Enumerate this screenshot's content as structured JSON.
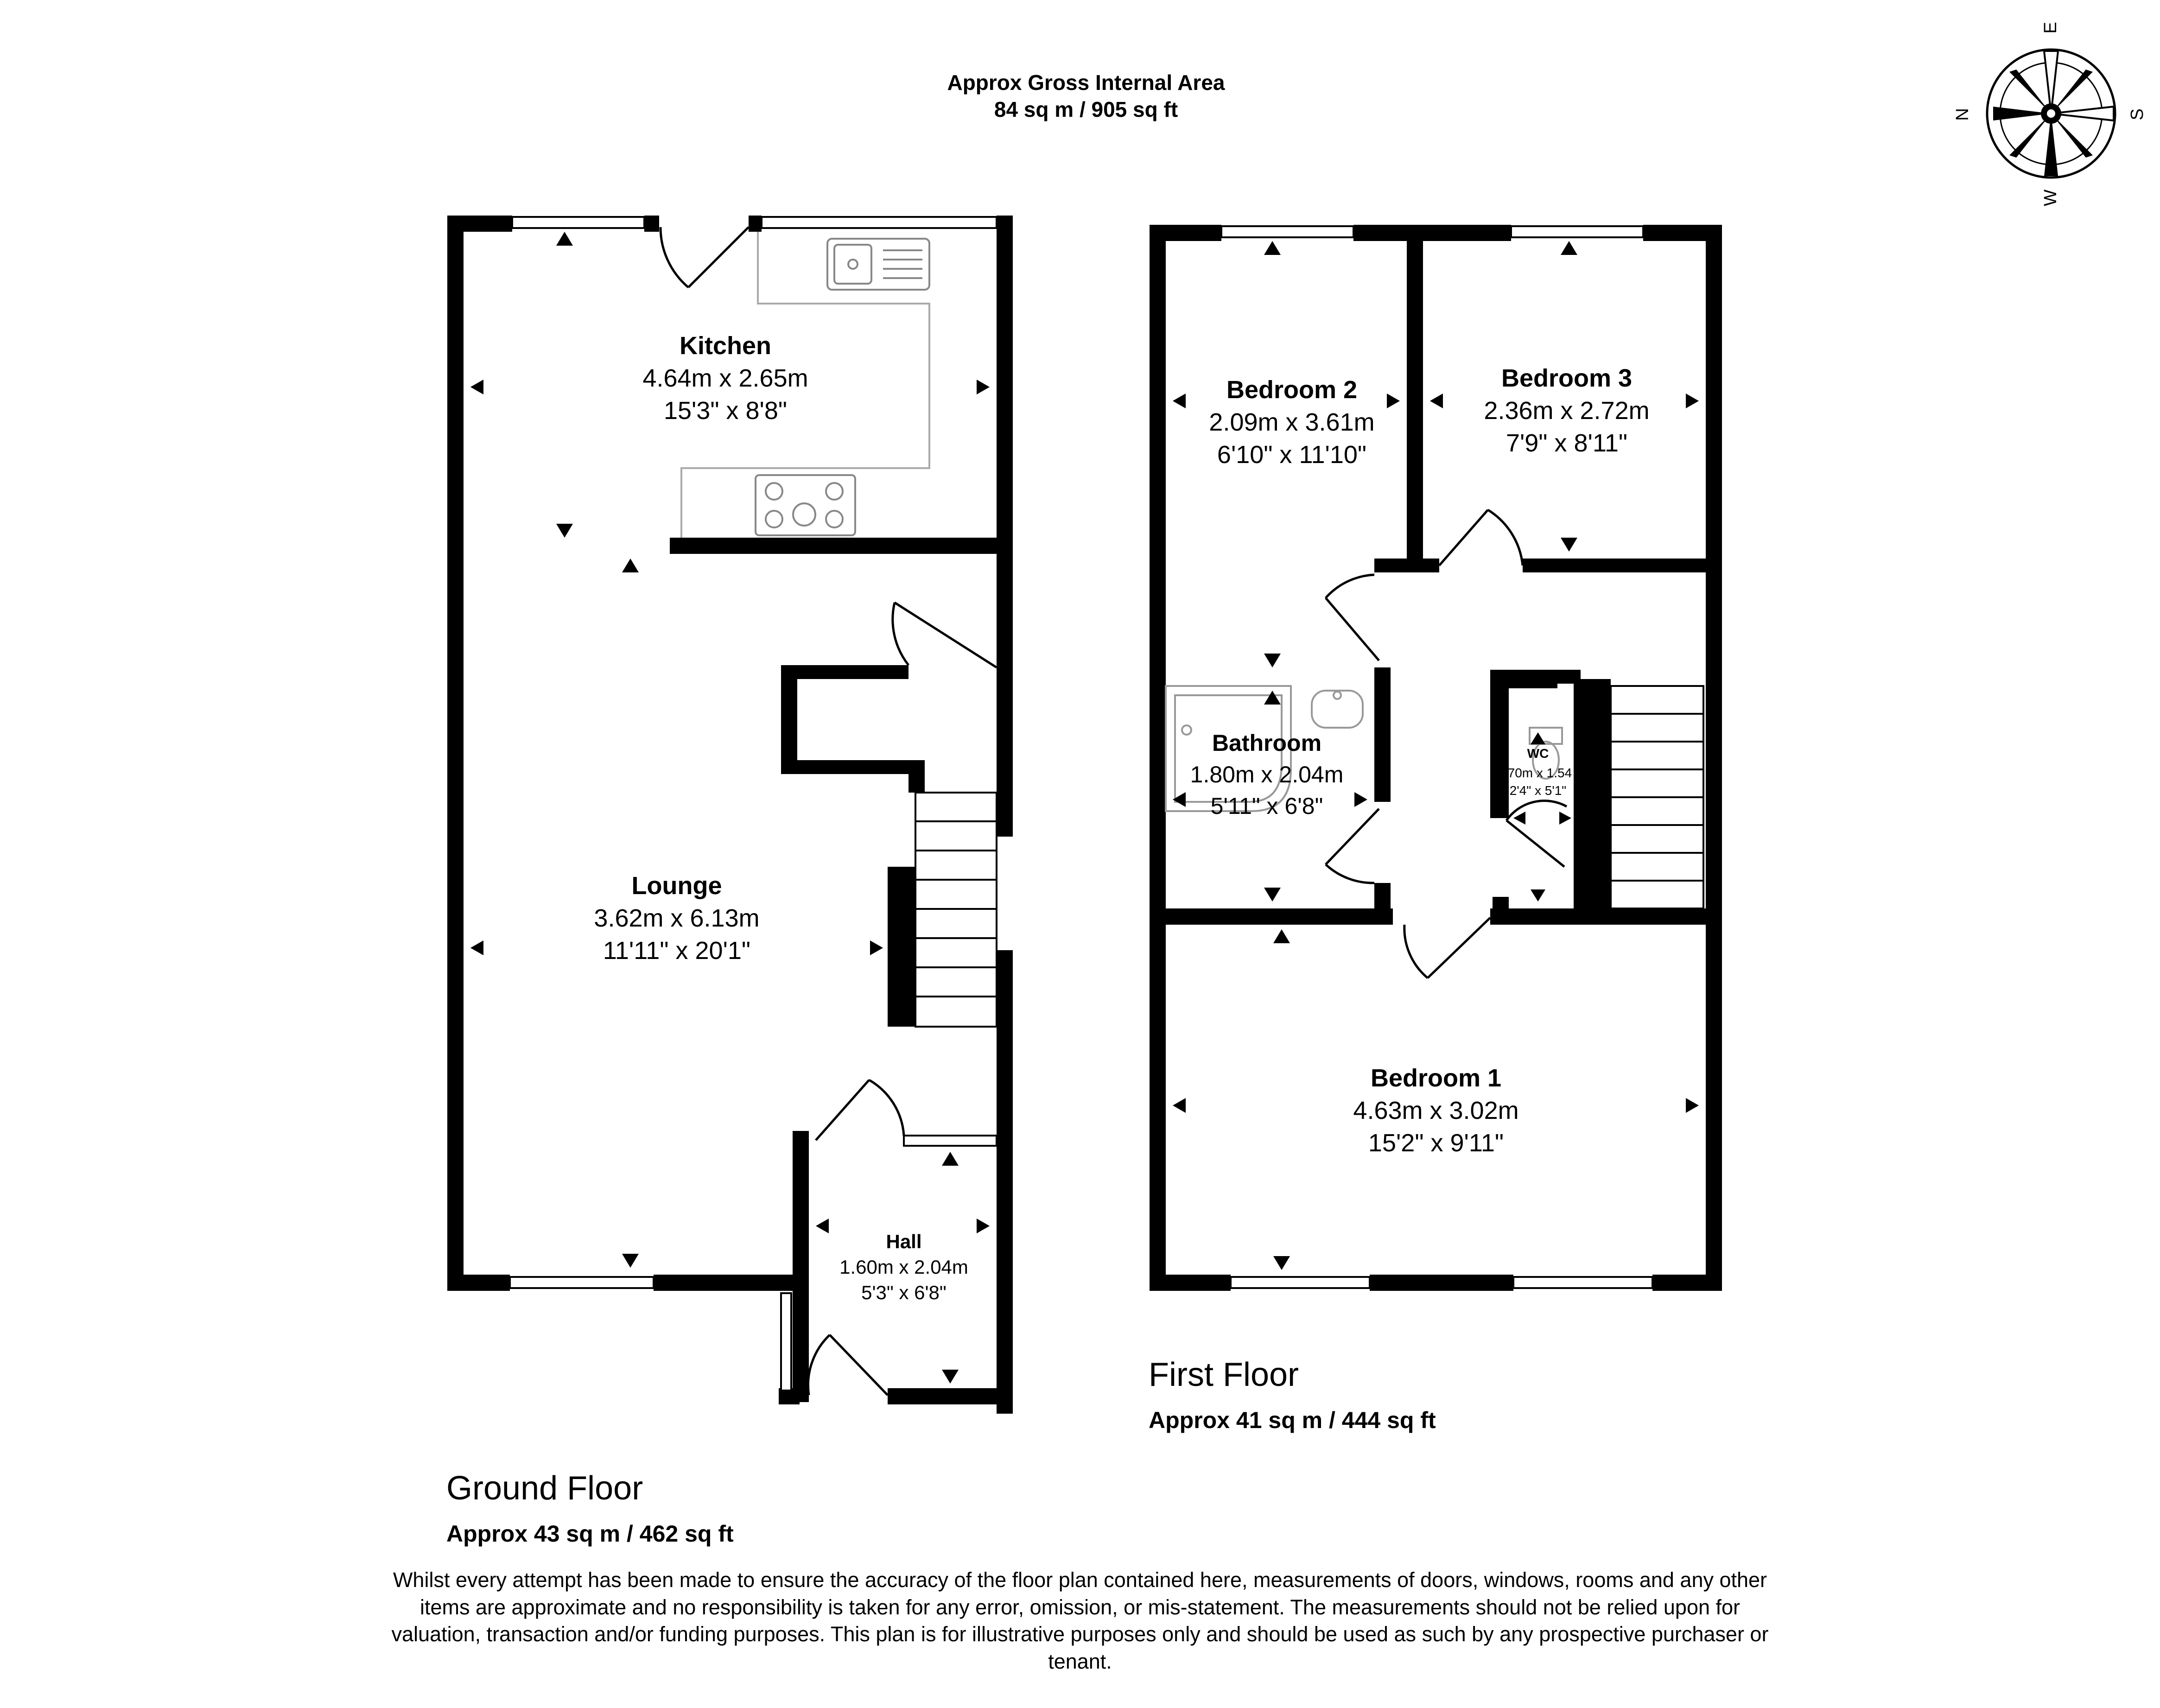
{
  "header": {
    "gross_area_title": "Approx Gross Internal Area",
    "gross_area_value": "84 sq m / 905 sq ft"
  },
  "compass": {
    "n": "N",
    "e": "E",
    "s": "S",
    "w": "W"
  },
  "ground_floor": {
    "title": "Ground Floor",
    "area": "Approx 43 sq m / 462 sq ft",
    "rooms": {
      "kitchen": {
        "name": "Kitchen",
        "metric": "4.64m x 2.65m",
        "imperial": "15'3\" x 8'8\""
      },
      "lounge": {
        "name": "Lounge",
        "metric": "3.62m x 6.13m",
        "imperial": "11'11\" x 20'1\""
      },
      "hall": {
        "name": "Hall",
        "metric": "1.60m x 2.04m",
        "imperial": "5'3\" x 6'8\""
      }
    }
  },
  "first_floor": {
    "title": "First Floor",
    "area": "Approx 41 sq m / 444 sq ft",
    "rooms": {
      "bedroom2": {
        "name": "Bedroom 2",
        "metric": "2.09m x 3.61m",
        "imperial": "6'10\" x 11'10\""
      },
      "bedroom3": {
        "name": "Bedroom 3",
        "metric": "2.36m x 2.72m",
        "imperial": "7'9\" x 8'11\""
      },
      "bathroom": {
        "name": "Bathroom",
        "metric": "1.80m x 2.04m",
        "imperial": "5'11\" x 6'8\""
      },
      "wc": {
        "name": "WC",
        "metric": ".70m x 1.54",
        "imperial": "2'4\" x 5'1\""
      },
      "bedroom1": {
        "name": "Bedroom 1",
        "metric": "4.63m x 3.02m",
        "imperial": "15'2\" x 9'11\""
      }
    }
  },
  "disclaimer": "Whilst every attempt has been made to ensure the accuracy of the floor plan contained here, measurements of doors, windows, rooms and any other items are approximate and no responsibility is taken for any error, omission, or mis-statement. The measurements should not be relied upon for valuation, transaction and/or funding purposes. This plan is for illustrative purposes only and should be used as such by any prospective purchaser or tenant."
}
